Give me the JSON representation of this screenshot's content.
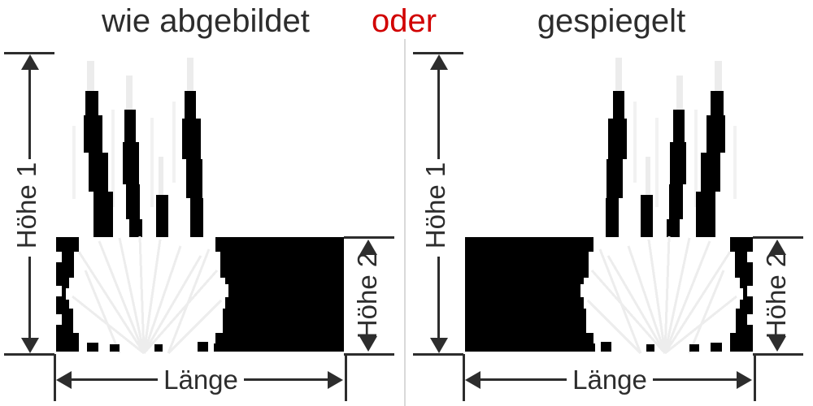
{
  "header": {
    "option_as_shown": "wie abgebildet",
    "option_or": "oder",
    "option_mirrored": "gespiegelt"
  },
  "panels": [
    {
      "id": "as-shown",
      "height1_label": "Höhe 1",
      "height2_label": "Höhe 2",
      "length_label": "Länge"
    },
    {
      "id": "mirrored",
      "height1_label": "Höhe 1",
      "height2_label": "Höhe 2",
      "length_label": "Länge"
    }
  ],
  "colors": {
    "text": "#2d2d2d",
    "accent_red": "#d10000",
    "silhouette": "#000000",
    "divider": "#d9d9d9",
    "background": "#ffffff"
  }
}
